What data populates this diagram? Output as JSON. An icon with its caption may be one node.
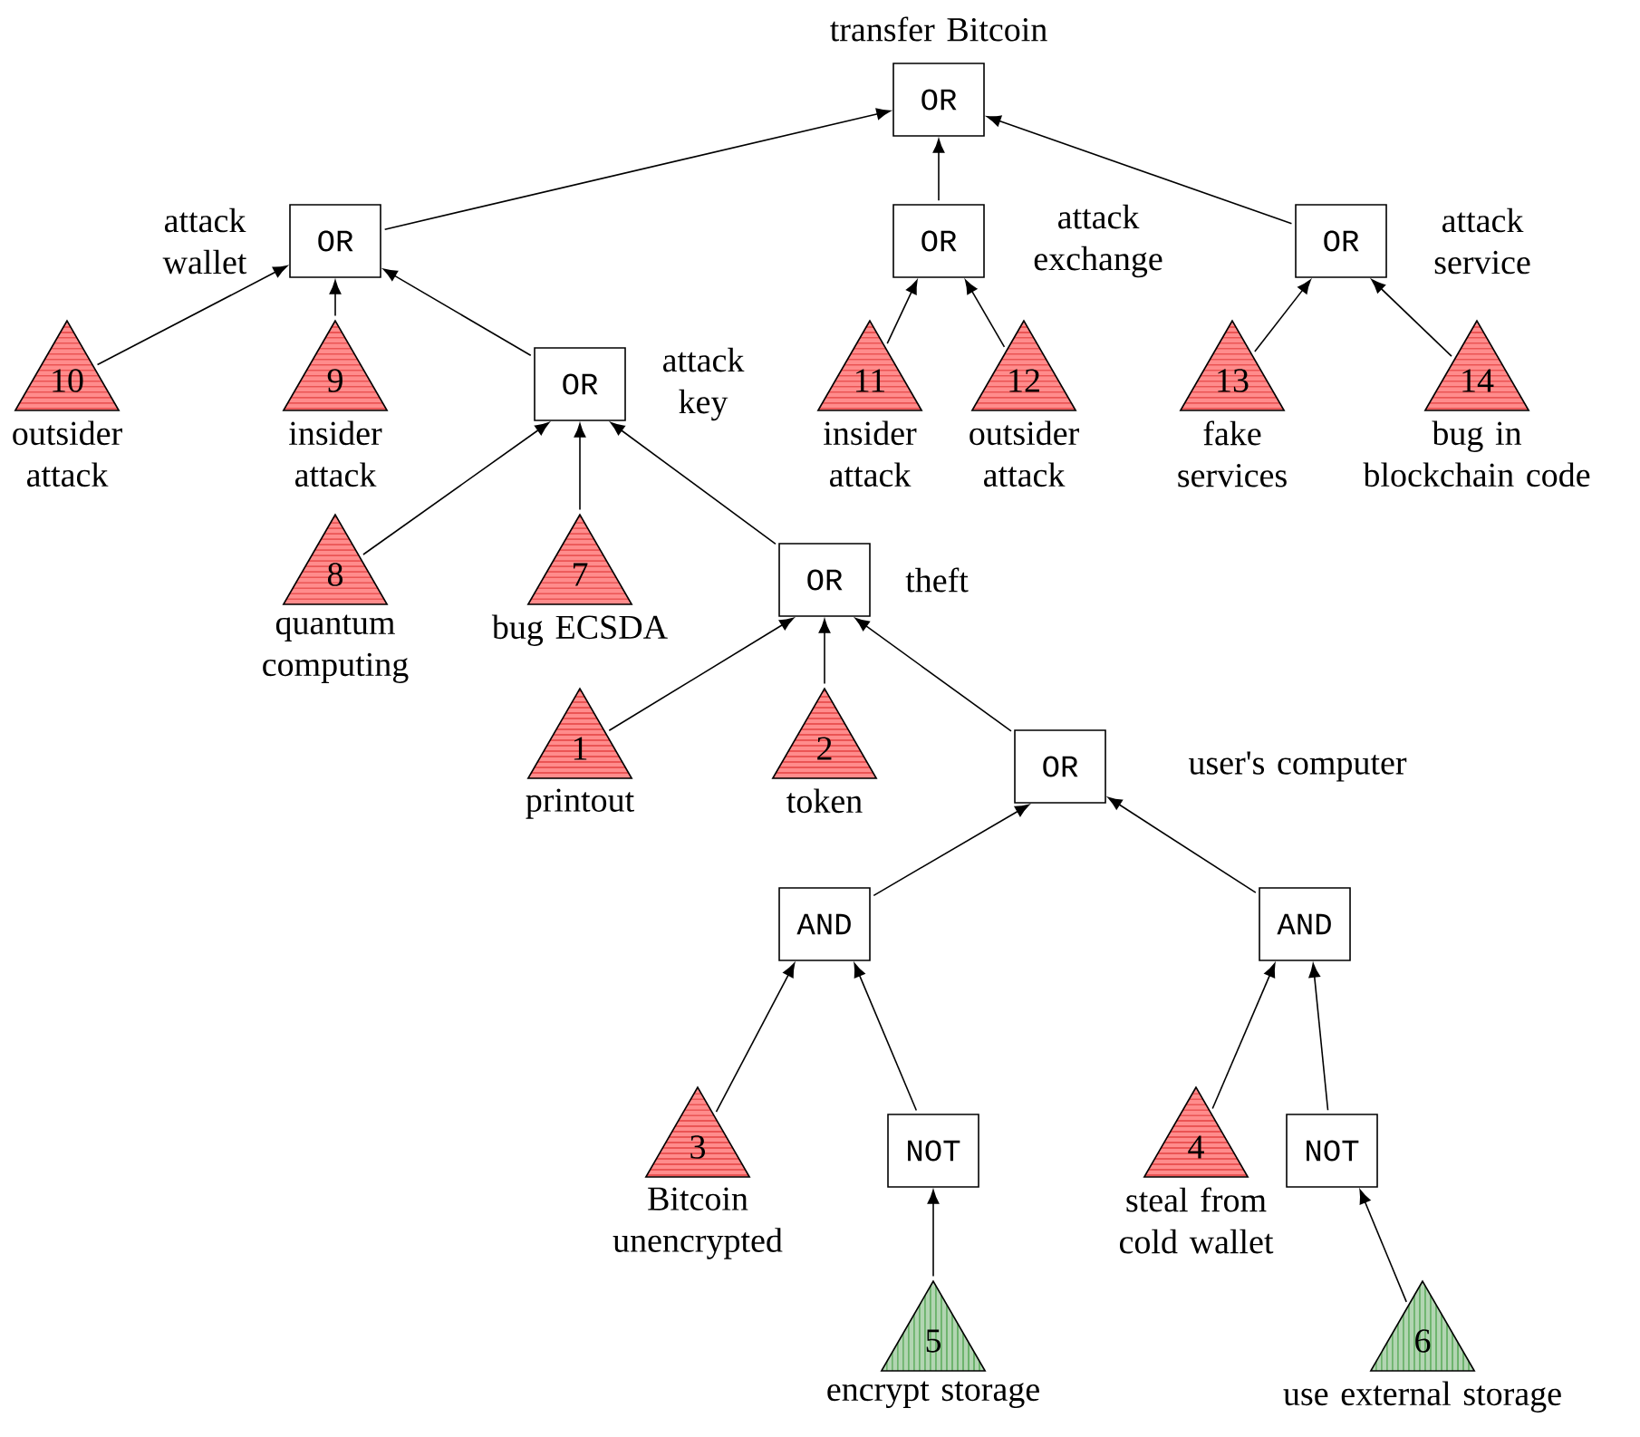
{
  "diagram": {
    "nodes": [
      {
        "text": [
          "OR"
        ],
        "beside": [
          "transfer Bitcoin"
        ]
      },
      {
        "text": [
          "OR"
        ],
        "beside": [
          "attack wallet"
        ]
      },
      {
        "text": [
          "OR"
        ],
        "beside": [
          "attack exchange"
        ]
      },
      {
        "text": [
          "OR"
        ],
        "beside": [
          "attack service"
        ]
      },
      {
        "text": [
          "10"
        ],
        "beside": [
          "outsider attack"
        ]
      },
      {
        "text": [
          "9"
        ],
        "beside": [
          "insider attack"
        ]
      },
      {
        "text": [
          "OR"
        ],
        "beside": [
          "attack key"
        ]
      },
      {
        "text": [
          "11"
        ],
        "beside": [
          "insider attack"
        ]
      },
      {
        "text": [
          "12"
        ],
        "beside": [
          "outsider attack"
        ]
      },
      {
        "text": [
          "13"
        ],
        "beside": [
          "fake services"
        ]
      },
      {
        "text": [
          "14"
        ],
        "beside": [
          "bug in blockchain code"
        ]
      },
      {
        "text": [
          "8"
        ],
        "beside": [
          "quantum computing"
        ]
      },
      {
        "text": [
          "7"
        ],
        "beside": [
          "bug ECSDA"
        ]
      },
      {
        "text": [
          "OR"
        ],
        "beside": [
          "theft"
        ]
      },
      {
        "text": [
          "1"
        ],
        "beside": [
          "printout"
        ]
      },
      {
        "text": [
          "2"
        ],
        "beside": [
          "token"
        ]
      },
      {
        "text": [
          "OR"
        ],
        "beside": [
          "user's computer"
        ]
      },
      {
        "text": [
          "AND"
        ]
      },
      {
        "text": [
          "AND"
        ]
      },
      {
        "text": [
          "3"
        ],
        "beside": [
          "Bitcoin unencrypted"
        ]
      },
      {
        "text": [
          "NOT"
        ]
      },
      {
        "text": [
          "4"
        ],
        "beside": [
          "steal from cold wallet"
        ]
      },
      {
        "text": [
          "NOT"
        ]
      },
      {
        "text": [
          "5"
        ],
        "beside": [
          "encrypt storage"
        ]
      },
      {
        "text": [
          "6"
        ],
        "beside": [
          "use external storage"
        ]
      }
    ],
    "edges": [
      {
        "from": 1,
        "to": 0,
        "arrow": "to"
      },
      {
        "from": 2,
        "to": 0,
        "arrow": "to"
      },
      {
        "from": 3,
        "to": 0,
        "arrow": "to"
      },
      {
        "from": 4,
        "to": 1,
        "arrow": "to"
      },
      {
        "from": 5,
        "to": 1,
        "arrow": "to"
      },
      {
        "from": 6,
        "to": 1,
        "arrow": "to"
      },
      {
        "from": 7,
        "to": 2,
        "arrow": "to"
      },
      {
        "from": 8,
        "to": 2,
        "arrow": "to"
      },
      {
        "from": 9,
        "to": 3,
        "arrow": "to"
      },
      {
        "from": 10,
        "to": 3,
        "arrow": "to"
      },
      {
        "from": 11,
        "to": 6,
        "arrow": "to"
      },
      {
        "from": 12,
        "to": 6,
        "arrow": "to"
      },
      {
        "from": 13,
        "to": 6,
        "arrow": "to"
      },
      {
        "from": 14,
        "to": 13,
        "arrow": "to"
      },
      {
        "from": 15,
        "to": 13,
        "arrow": "to"
      },
      {
        "from": 16,
        "to": 13,
        "arrow": "to"
      },
      {
        "from": 17,
        "to": 16,
        "arrow": "to"
      },
      {
        "from": 18,
        "to": 16,
        "arrow": "to"
      },
      {
        "from": 19,
        "to": 17,
        "arrow": "to"
      },
      {
        "from": 20,
        "to": 17,
        "arrow": "to"
      },
      {
        "from": 21,
        "to": 18,
        "arrow": "to"
      },
      {
        "from": 22,
        "to": 18,
        "arrow": "to"
      },
      {
        "from": 23,
        "to": 20,
        "arrow": "to"
      },
      {
        "from": 24,
        "to": 22,
        "arrow": "to"
      }
    ]
  }
}
